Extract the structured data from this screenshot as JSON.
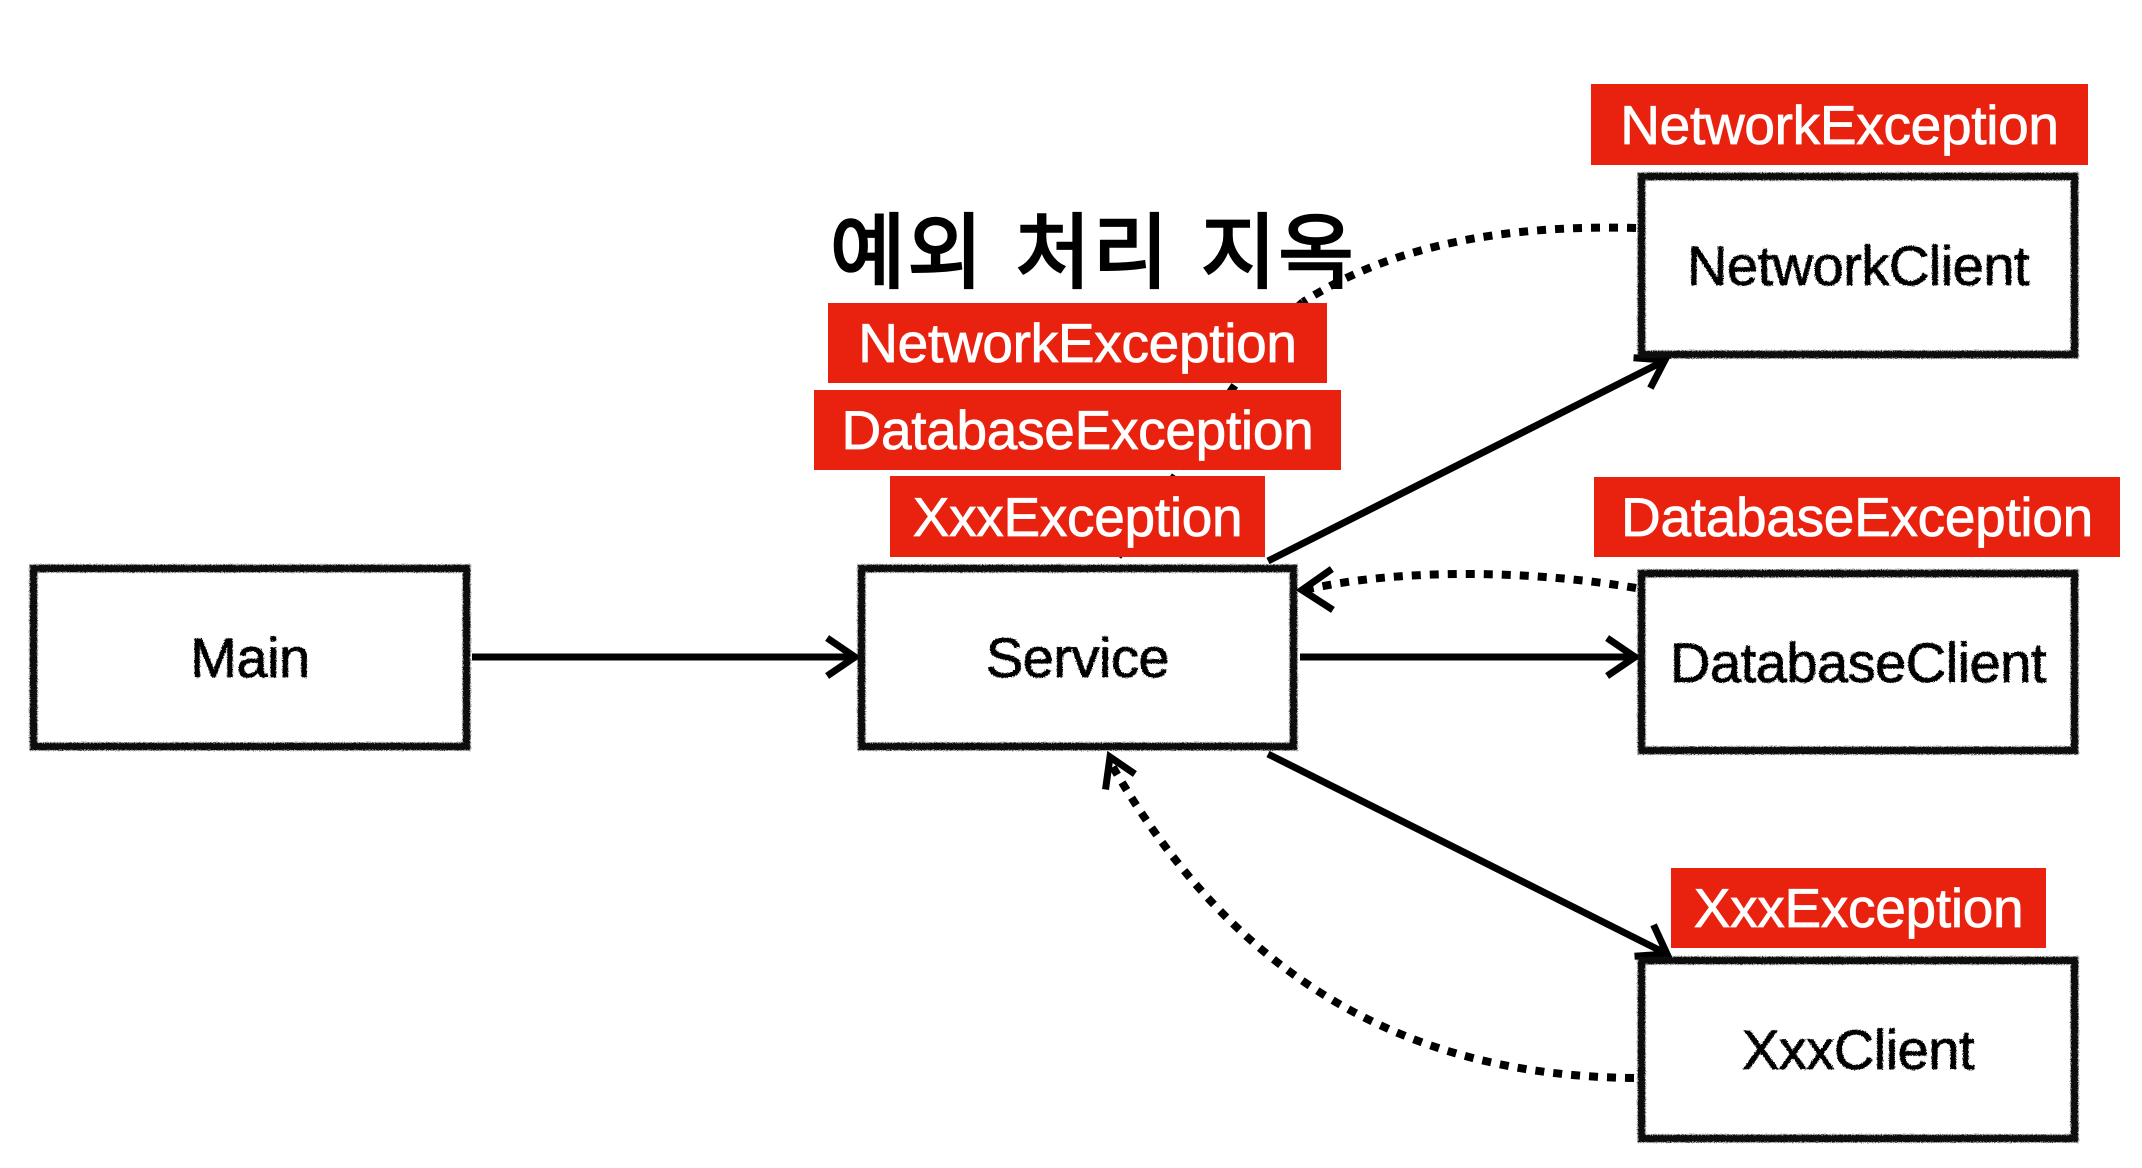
{
  "title": "예외 처리 지옥",
  "colors": {
    "exception_bg": "#e8220f",
    "exception_text": "#ffffff",
    "node_border": "#0a0a0a",
    "arrow": "#000000"
  },
  "nodes": {
    "main": "Main",
    "service": "Service",
    "network_client": "NetworkClient",
    "database_client": "DatabaseClient",
    "xxx_client": "XxxClient"
  },
  "service_exceptions": [
    "NetworkException",
    "DatabaseException",
    "XxxException"
  ],
  "client_exceptions": {
    "network": "NetworkException",
    "database": "DatabaseException",
    "xxx": "XxxException"
  },
  "edges": [
    {
      "from": "Main",
      "to": "Service",
      "style": "solid",
      "meaning": "call"
    },
    {
      "from": "Service",
      "to": "NetworkClient",
      "style": "solid",
      "meaning": "call"
    },
    {
      "from": "Service",
      "to": "DatabaseClient",
      "style": "solid",
      "meaning": "call"
    },
    {
      "from": "Service",
      "to": "XxxClient",
      "style": "solid",
      "meaning": "call"
    },
    {
      "from": "NetworkClient",
      "to": "Service",
      "style": "dotted",
      "meaning": "throws NetworkException"
    },
    {
      "from": "DatabaseClient",
      "to": "Service",
      "style": "dotted",
      "meaning": "throws DatabaseException"
    },
    {
      "from": "XxxClient",
      "to": "Service",
      "style": "dotted",
      "meaning": "throws XxxException"
    }
  ]
}
